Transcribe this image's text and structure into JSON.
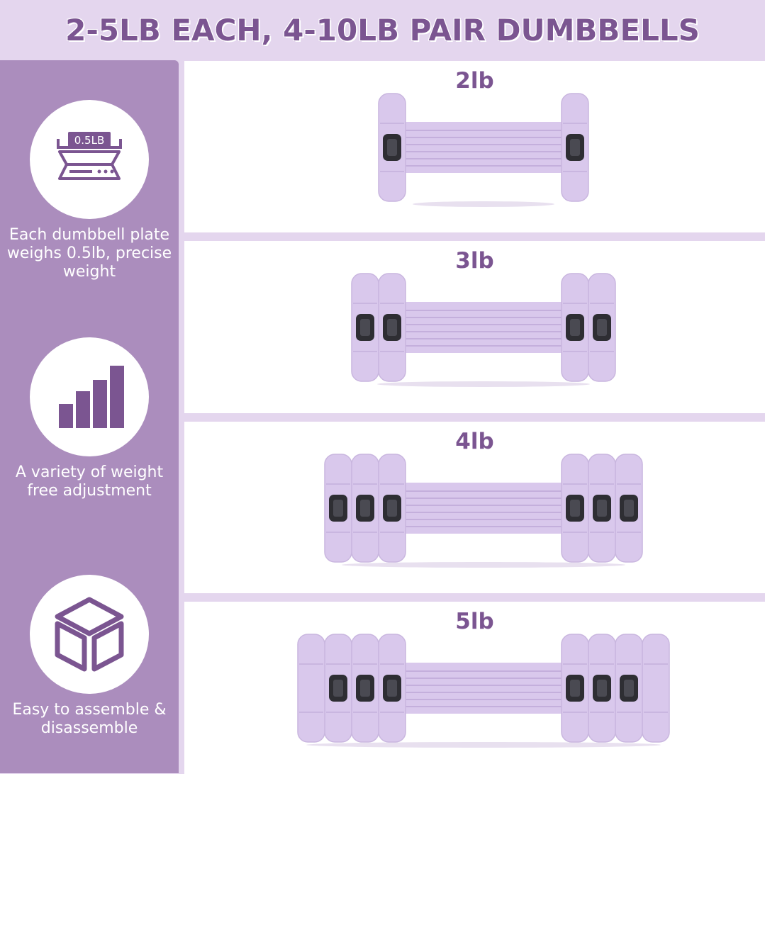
{
  "banner": {
    "title": "2-5LB EACH, 4-10LB PAIR DUMBBELLS"
  },
  "features": [
    {
      "icon": "plate-scale-icon",
      "icon_text": "0.5LB",
      "label": "Each dumbbell plate weighs 0.5lb, precise weight"
    },
    {
      "icon": "bar-chart-icon",
      "label": "A variety of weight free adjustment"
    },
    {
      "icon": "box-icon",
      "label": "Easy to assemble & disassemble"
    }
  ],
  "panels": [
    {
      "weight": "2lb",
      "plates_per_side": 1
    },
    {
      "weight": "3lb",
      "plates_per_side": 2
    },
    {
      "weight": "4lb",
      "plates_per_side": 3
    },
    {
      "weight": "5lb",
      "plates_per_side": 4
    }
  ],
  "colors": {
    "accent": "#7b5591",
    "sidebar": "#ab8dbd",
    "banner": "#e4d6ee",
    "dumbbell": "#d9c8ec",
    "clip": "#2e2e33"
  }
}
